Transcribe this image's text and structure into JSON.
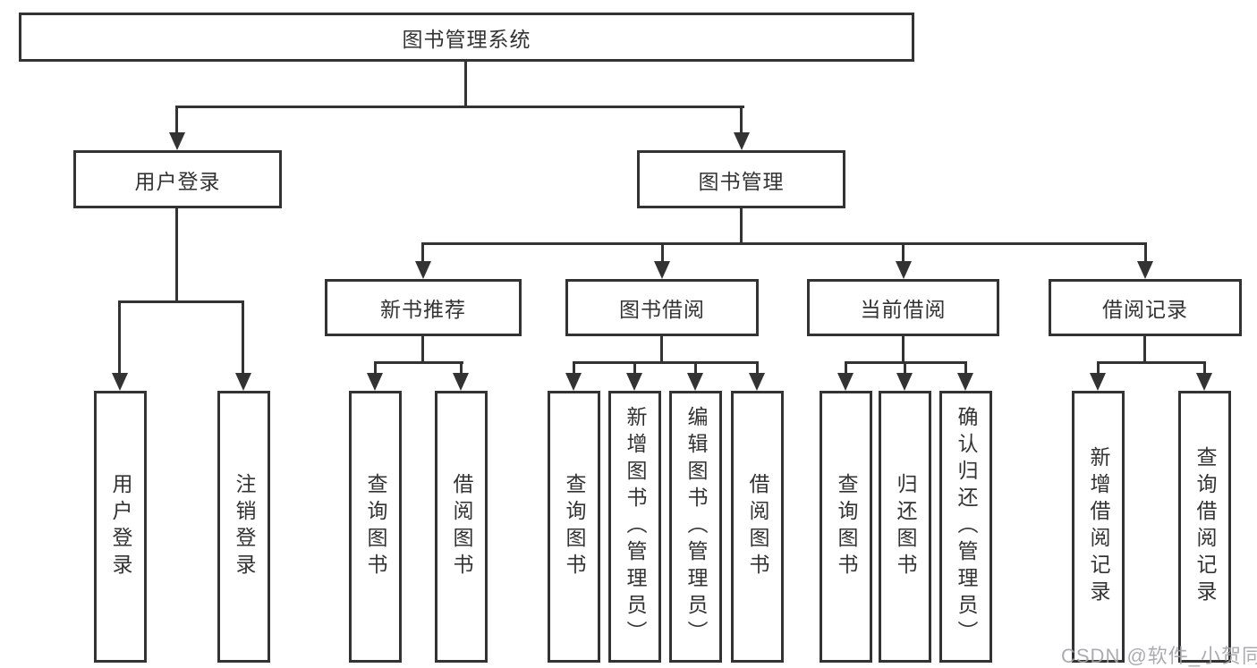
{
  "diagram": {
    "title_node": {
      "label": "图书管理系统"
    },
    "level1": [
      {
        "label": "用户登录"
      },
      {
        "label": "图书管理"
      }
    ],
    "level2": [
      {
        "label": "新书推荐"
      },
      {
        "label": "图书借阅"
      },
      {
        "label": "当前借阅"
      },
      {
        "label": "借阅记录"
      }
    ],
    "leaves": [
      {
        "label": "用户登录",
        "parent": "用户登录"
      },
      {
        "label": "注销登录",
        "parent": "用户登录"
      },
      {
        "label": "查询图书",
        "parent": "新书推荐"
      },
      {
        "label": "借阅图书",
        "parent": "新书推荐"
      },
      {
        "label": "查询图书",
        "parent": "图书借阅"
      },
      {
        "label": "新增图书（管理员）",
        "parent": "图书借阅"
      },
      {
        "label": "编辑图书（管理员）",
        "parent": "图书借阅"
      },
      {
        "label": "借阅图书",
        "parent": "图书借阅"
      },
      {
        "label": "查询图书",
        "parent": "当前借阅"
      },
      {
        "label": "归还图书",
        "parent": "当前借阅"
      },
      {
        "label": "确认归还（管理员）",
        "parent": "当前借阅"
      },
      {
        "label": "新增借阅记录",
        "parent": "借阅记录"
      },
      {
        "label": "查询借阅记录",
        "parent": "借阅记录"
      }
    ],
    "colors": {
      "line": "#333333",
      "text": "#333333",
      "background": "#ffffff",
      "watermark_gray": "#a3a3a8"
    }
  },
  "watermark": {
    "text": "CSDN @软件_小贺同学"
  }
}
